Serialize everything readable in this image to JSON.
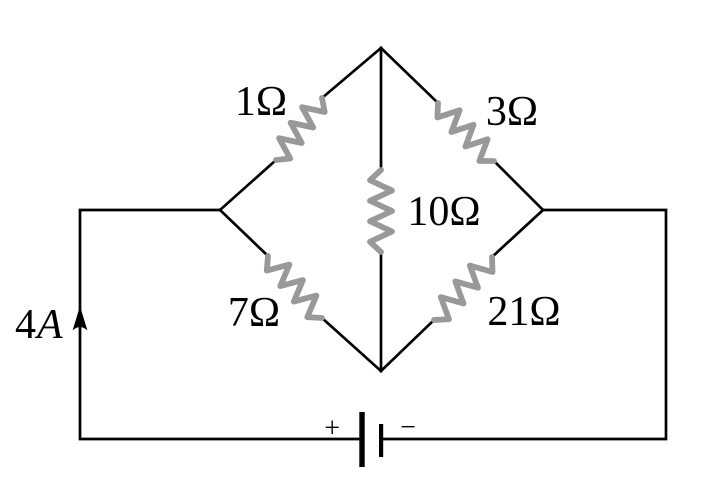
{
  "page": {
    "background": "#ffffff"
  },
  "colors": {
    "wire": "#000000",
    "resistor_zigzag": "#999999",
    "text": "#000000"
  },
  "circuit": {
    "type": "bridge-resistor-network",
    "resistors": [
      {
        "name": "top-left-branch",
        "label": "1Ω",
        "ohms": 1
      },
      {
        "name": "top-right-branch",
        "label": "3Ω",
        "ohms": 3
      },
      {
        "name": "middle-bridge",
        "label": "10Ω",
        "ohms": 10
      },
      {
        "name": "bottom-left-branch",
        "label": "7Ω",
        "ohms": 7
      },
      {
        "name": "bottom-right-branch",
        "label": "21Ω",
        "ohms": 21
      }
    ],
    "current_source": {
      "label_value": "4",
      "label_unit": "A",
      "amperes": 4,
      "arrow_direction": "up"
    },
    "battery": {
      "positive_label": "+",
      "negative_label": "−",
      "positive_side": "left"
    }
  }
}
